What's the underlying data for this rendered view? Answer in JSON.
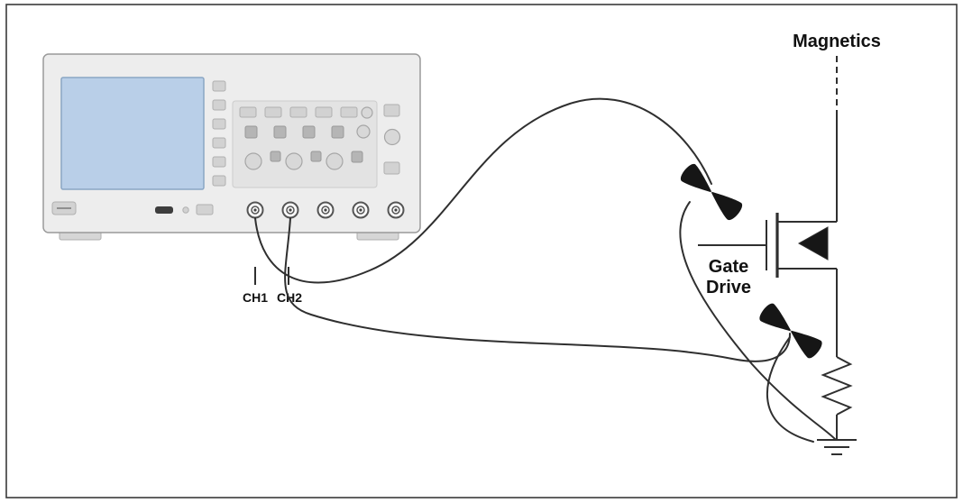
{
  "diagram": {
    "title_hint": "oscilloscope-gate-drive-measurement",
    "labels": {
      "magnetics": "Magnetics",
      "gate": "Gate",
      "drive": "Drive",
      "ch1": "CH1",
      "ch2": "CH2"
    },
    "colors": {
      "line": "#2f2f2f",
      "screen": "#b9cfe8",
      "scope_body": "#ededed",
      "probe": "#161616",
      "border": "#3a3a3a",
      "background": "#ffffff"
    },
    "icons": [
      "oscilloscope-icon",
      "probe-clip-icon",
      "mosfet-icon",
      "resistor-icon",
      "ground-icon"
    ]
  }
}
